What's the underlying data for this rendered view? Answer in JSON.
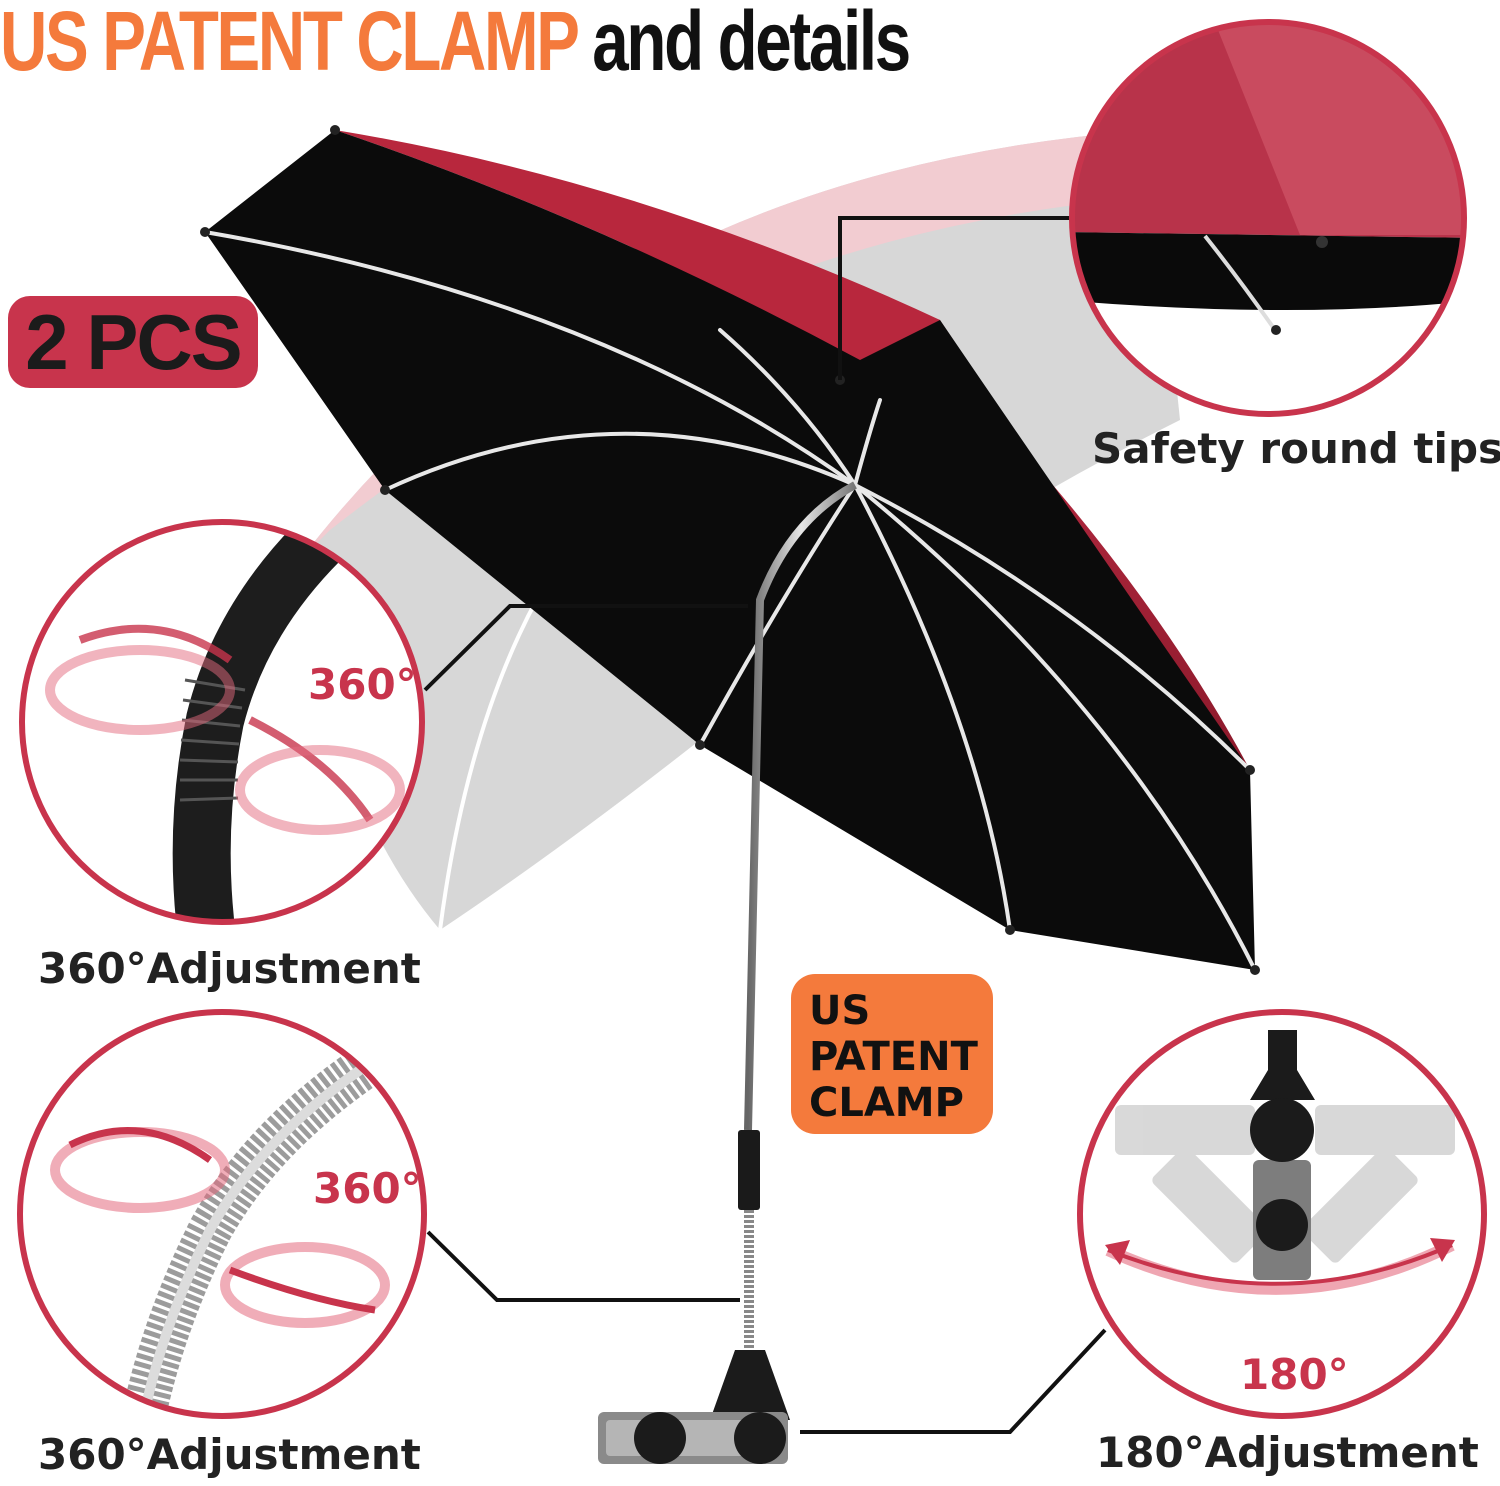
{
  "header": {
    "title_accent": "US PATENT CLAMP",
    "title_rest": "and details"
  },
  "badges": {
    "quantity": "2 PCS",
    "patent_line1": "US",
    "patent_line2": "PATENT",
    "patent_line3": "CLAMP"
  },
  "callouts": {
    "tips_caption": "Safety round tips",
    "joint_caption": "360°Adjustment",
    "joint_degree": "360°",
    "spring_caption": "360°Adjustment",
    "spring_degree": "360°",
    "clamp_caption": "180°Adjustment",
    "clamp_degree": "180°"
  },
  "colors": {
    "accent_orange": "#f47a3c",
    "canopy_red": "#a51f33",
    "ring_red": "#c8344c",
    "underside_black": "#0b0b0b"
  }
}
